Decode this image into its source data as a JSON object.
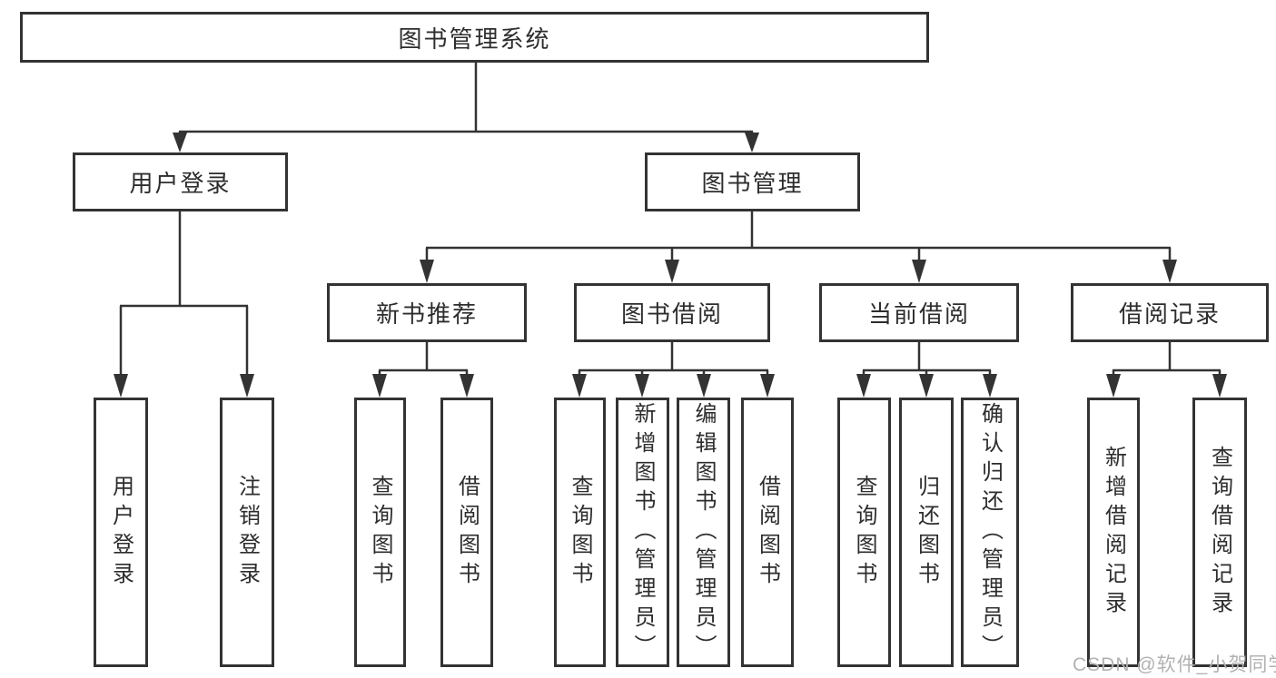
{
  "colors": {
    "line": "#333333",
    "text": "#2d2d2d",
    "background": "#ffffff",
    "watermark_text": "#b2b2b2"
  },
  "watermark": "CSDN @软件_小贺同学",
  "tree": {
    "label": "图书管理系统",
    "children": [
      {
        "label": "用户登录",
        "children": [
          {
            "label": "用户登录"
          },
          {
            "label": "注销登录"
          }
        ]
      },
      {
        "label": "图书管理",
        "children": [
          {
            "label": "新书推荐",
            "children": [
              {
                "label": "查询图书"
              },
              {
                "label": "借阅图书"
              }
            ]
          },
          {
            "label": "图书借阅",
            "children": [
              {
                "label": "查询图书"
              },
              {
                "label": "新增图书（管理员）"
              },
              {
                "label": "编辑图书（管理员）"
              },
              {
                "label": "借阅图书"
              }
            ]
          },
          {
            "label": "当前借阅",
            "children": [
              {
                "label": "查询图书"
              },
              {
                "label": "归还图书"
              },
              {
                "label": "确认归还（管理员）"
              }
            ]
          },
          {
            "label": "借阅记录",
            "children": [
              {
                "label": "新增借阅记录"
              },
              {
                "label": "查询借阅记录"
              }
            ]
          }
        ]
      }
    ]
  }
}
